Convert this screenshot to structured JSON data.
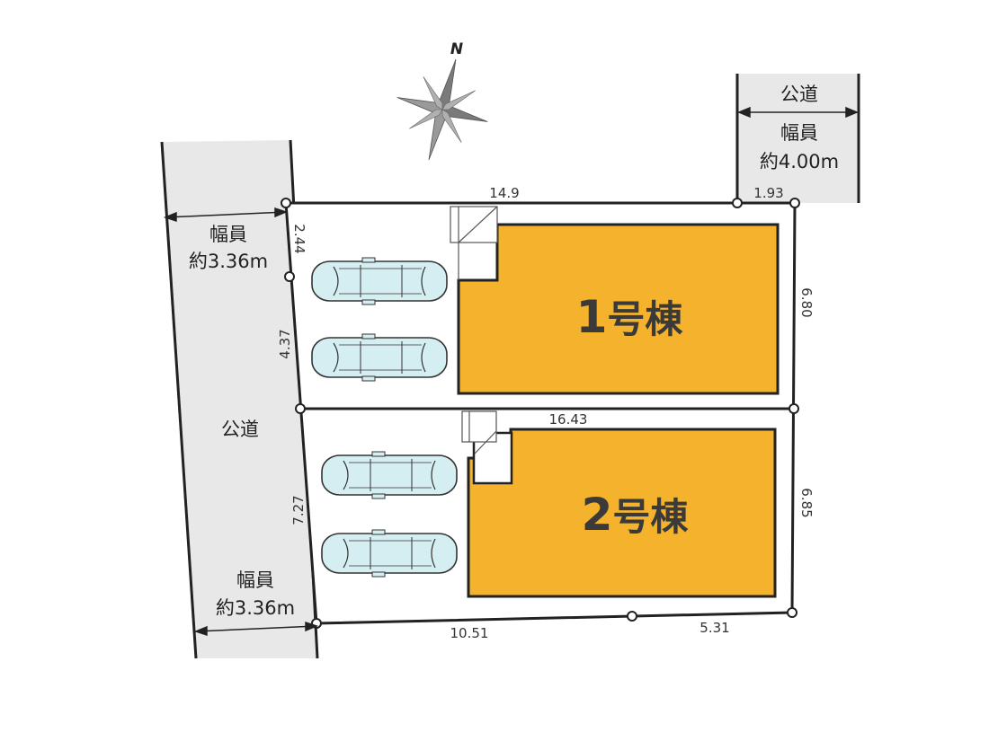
{
  "compass": {
    "label": "N"
  },
  "roads": {
    "west": {
      "label": "公道"
    },
    "west_width_upper": {
      "title": "幅員",
      "value": "約3.36m"
    },
    "west_width_lower": {
      "title": "幅員",
      "value": "約3.36m"
    },
    "north": {
      "label": "公道",
      "width_title": "幅員",
      "width_value": "約4.00m"
    }
  },
  "buildings": [
    {
      "num": "1",
      "suffix": "号棟"
    },
    {
      "num": "2",
      "suffix": "号棟"
    }
  ],
  "dimensions": {
    "top_frontage": "14.9",
    "top_right": "1.93",
    "west_upper": "2.44",
    "west_middle": "4.37",
    "west_lower": "7.27",
    "east_upper": "6.80",
    "east_lower": "6.85",
    "divider": "16.43",
    "bottom_left": "10.51",
    "bottom_right": "5.31"
  },
  "colors": {
    "building": "#f5b22c",
    "road": "#e8e8e8",
    "car": "#d5eef1",
    "outline": "#222222"
  }
}
